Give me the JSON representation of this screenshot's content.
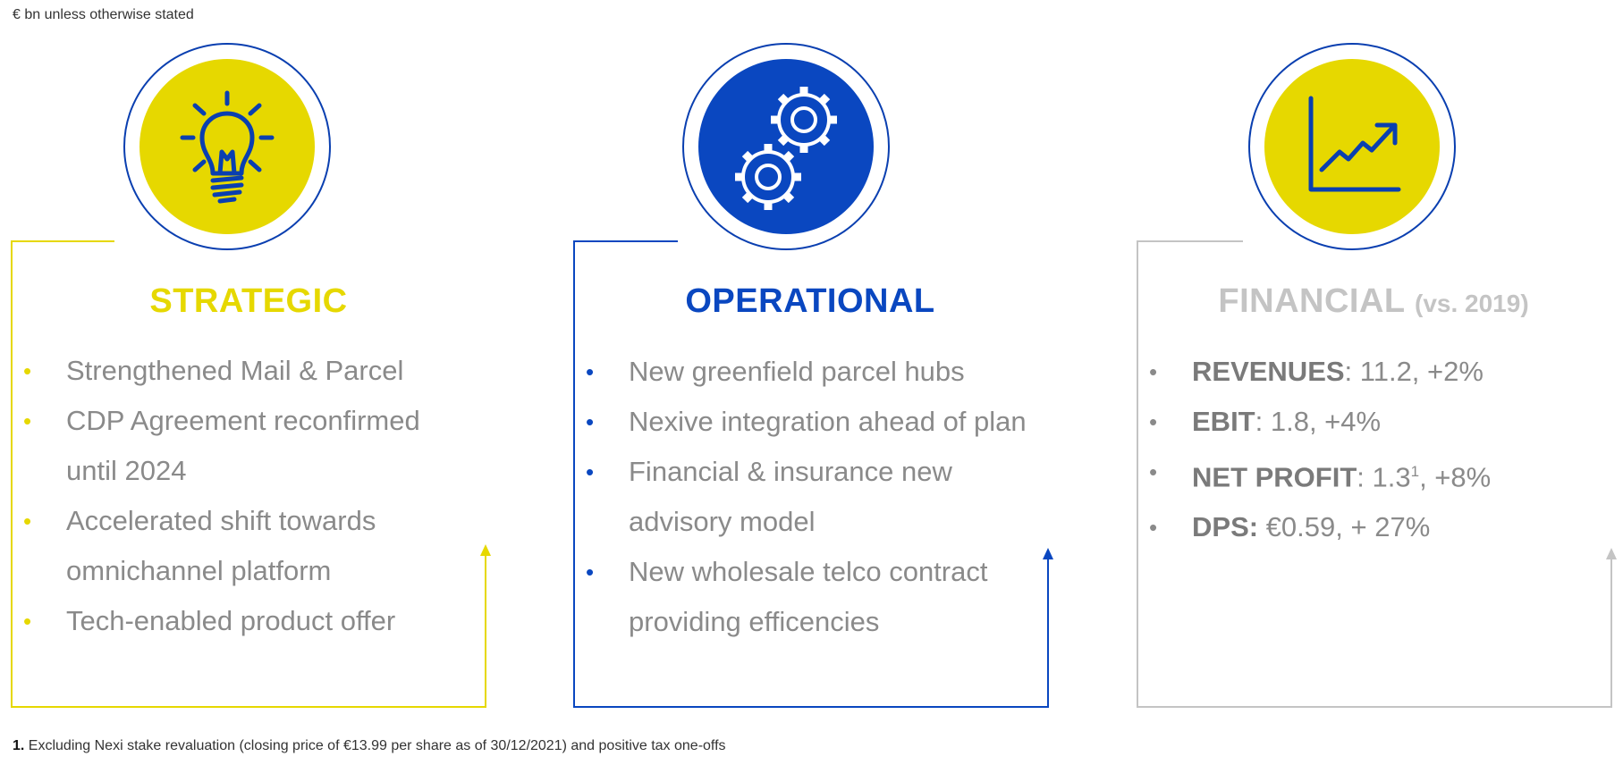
{
  "header_note": "€ bn unless otherwise stated",
  "colors": {
    "yellow": "#e6d800",
    "blue": "#0a47c0",
    "grey": "#c4c4c4",
    "text_grey": "#8a8a8a"
  },
  "columns": [
    {
      "key": "strategic",
      "title": "STRATEGIC",
      "icon": "lightbulb-icon",
      "items": [
        {
          "text": "Strengthened Mail & Parcel"
        },
        {
          "text": "CDP Agreement reconfirmed until 2024"
        },
        {
          "text": "Accelerated shift towards omnichannel platform"
        },
        {
          "text": "Tech-enabled product offer"
        }
      ]
    },
    {
      "key": "operational",
      "title": "OPERATIONAL",
      "icon": "gears-icon",
      "items": [
        {
          "text": "New greenfield parcel hubs"
        },
        {
          "text": "Nexive integration ahead of plan"
        },
        {
          "text": "Financial & insurance new advisory model"
        },
        {
          "text": "New wholesale telco contract providing efficencies"
        }
      ]
    },
    {
      "key": "financial",
      "title": "FINANCIAL",
      "title_suffix": "(vs. 2019)",
      "icon": "growth-chart-icon",
      "items": [
        {
          "label": "REVENUES",
          "value": ": 11.2, +2%"
        },
        {
          "label": "EBIT",
          "value": ": 1.8, +4%"
        },
        {
          "label": "NET PROFIT",
          "value_pre": ": 1.3",
          "sup": "1",
          "value_post": ", +8%"
        },
        {
          "label": "DPS:",
          "value": " €0.59, + 27%"
        }
      ]
    }
  ],
  "footnote": {
    "marker": "1.",
    "text": "Excluding Nexi stake revaluation (closing price of €13.99 per share as of 30/12/2021) and positive tax one-offs"
  }
}
